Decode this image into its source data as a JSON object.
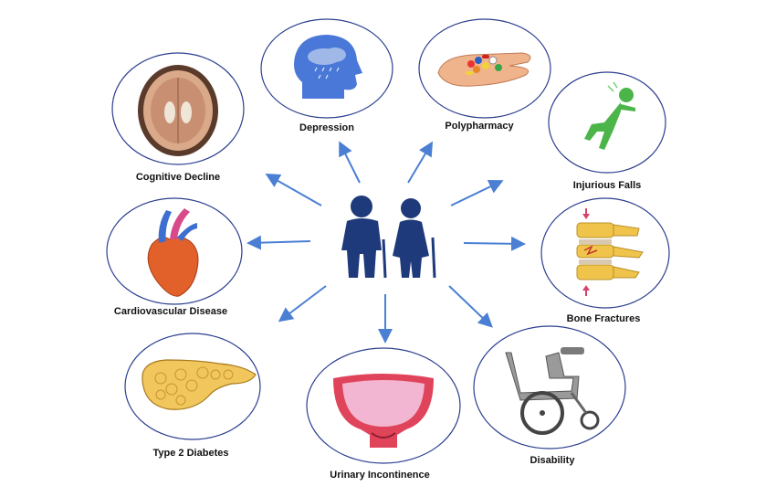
{
  "colors": {
    "circle_stroke": "#2b3f8f",
    "arrow": "#4a7fd4",
    "people": "#1f3a7a",
    "label_text": "#111111"
  },
  "center": {
    "icon": "elderly-couple-icon"
  },
  "conditions": [
    {
      "id": "cognitive-decline",
      "label": "Cognitive Decline",
      "icon": "brain-scan-icon"
    },
    {
      "id": "depression",
      "label": "Depression",
      "icon": "rain-cloud-head-icon"
    },
    {
      "id": "polypharmacy",
      "label": "Polypharmacy",
      "icon": "pills-in-hand-icon"
    },
    {
      "id": "injurious-falls",
      "label": "Injurious Falls",
      "icon": "falling-person-icon"
    },
    {
      "id": "cardiovascular-disease",
      "label": "Cardiovascular Disease",
      "icon": "heart-icon"
    },
    {
      "id": "bone-fractures",
      "label": "Bone Fractures",
      "icon": "vertebrae-icon"
    },
    {
      "id": "type-2-diabetes",
      "label": "Type 2 Diabetes",
      "icon": "pancreas-icon"
    },
    {
      "id": "urinary-incontinence",
      "label": "Urinary Incontinence",
      "icon": "bladder-icon"
    },
    {
      "id": "disability",
      "label": "Disability",
      "icon": "wheelchair-icon"
    }
  ]
}
